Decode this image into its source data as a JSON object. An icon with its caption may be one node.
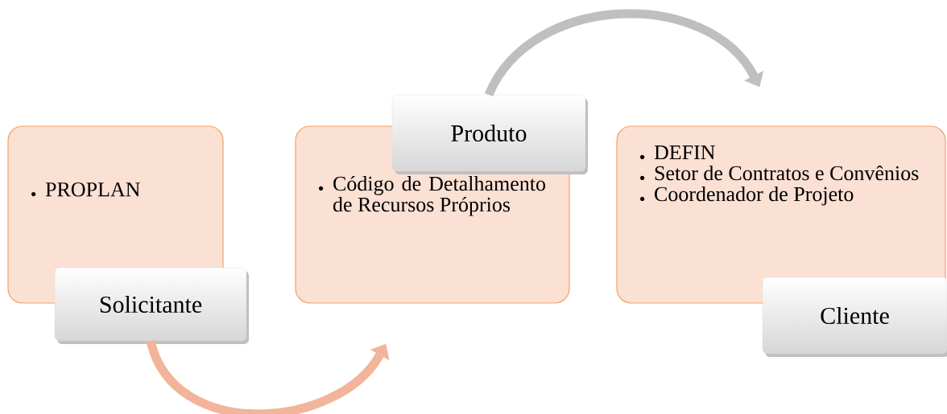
{
  "diagram": {
    "nodes": [
      {
        "text": [
          "PROPLAN"
        ]
      },
      {
        "text": [
          "Solicitante"
        ]
      },
      {
        "text": [
          "Código de Detalhamento de Recursos Próprios"
        ]
      },
      {
        "text": [
          "Produto"
        ]
      },
      {
        "text": [
          "DEFIN",
          "Setor de Contratos e Convênios",
          "Coordenador de Projeto"
        ]
      },
      {
        "text": [
          "Cliente"
        ]
      }
    ],
    "edges": [
      {
        "from": 1,
        "to": 2,
        "arrow": "to",
        "color": "#f2b49a"
      },
      {
        "from": 3,
        "to": 4,
        "arrow": "to",
        "color": "#bfbfbf"
      }
    ]
  }
}
